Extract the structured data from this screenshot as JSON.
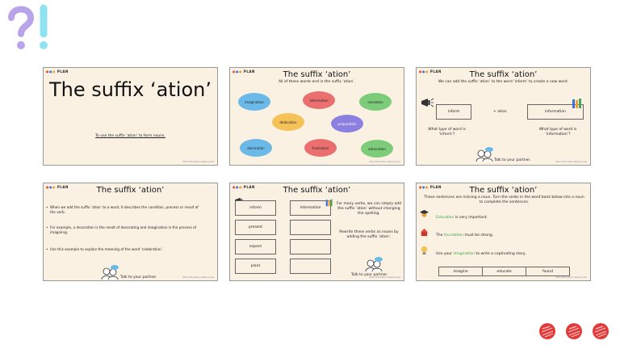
{
  "logo_text": "PLAN",
  "credit": "Plan Education Resources",
  "slide1": {
    "title": "The suffix ‘ation’",
    "objective": "To use the suffix ‘ation’ to form nouns."
  },
  "slide2": {
    "title": "The suffix ‘ation’",
    "subtitle": "All of these words end in the suffix ‘ation’.",
    "clouds": [
      "imagination",
      "information",
      "sensation",
      "dedication",
      "preparation",
      "decoration",
      "frustration",
      "admiration"
    ],
    "colors": {
      "blue": "#6ab9e8",
      "red": "#ec6f6f",
      "green": "#7dcc7a",
      "yellow": "#f4c257",
      "purple": "#8b7fe0"
    }
  },
  "slide3": {
    "title": "The suffix ‘ation’",
    "subtitle": "We can add the suffix ‘ation’ to the word ‘inform’ to create a new word.",
    "box_left": "inform",
    "plus": "+ ation",
    "box_right": "information",
    "q_left": "What type of word is ‘inform’?",
    "q_right": "What type of word is ‘information’?",
    "talk": "Talk to your partner."
  },
  "slide4": {
    "title": "The suffix ‘ation’",
    "bullets": [
      "When we add the suffix ‘ation’ to a word, it describes the condition, process or result of the verb.",
      "For example, a decoration is the result of decorating and imagination is the process of imagining.",
      "Use this example to explain the meaning of the word ‘celebration’."
    ],
    "talk": "Talk to your partner."
  },
  "slide5": {
    "title": "The suffix ‘ation’",
    "verbs": [
      "inform",
      "present",
      "expect",
      "plant"
    ],
    "answers": [
      "information",
      "",
      "",
      ""
    ],
    "note1": "For many verbs, we can simply add the suffix ‘ation’ without changing the spelling.",
    "note2": "Rewrite these verbs as nouns by adding the suffix ‘ation’.",
    "talk": "Talk to your partner."
  },
  "slide6": {
    "title": "The suffix ‘ation’",
    "instruction": "These sentences are missing a noun. Turn the verbs in the word bank below into a noun to complete the sentences.",
    "sentences": [
      {
        "pre": "",
        "highlight": "Education",
        "post": " is very important."
      },
      {
        "pre": "The ",
        "highlight": "foundation",
        "post": " must be strong."
      },
      {
        "pre": "Use your ",
        "highlight": "imagination",
        "post": " to write a captivating story."
      }
    ],
    "word_bank": [
      "imagine",
      "educate",
      "found"
    ]
  }
}
